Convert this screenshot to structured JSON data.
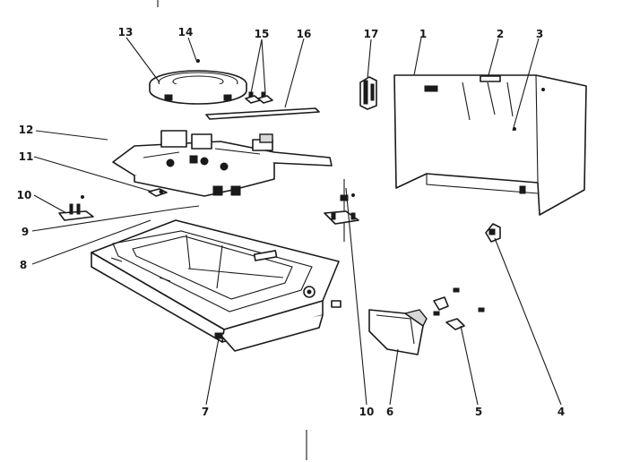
{
  "callouts": {
    "c1": "1",
    "c2": "2",
    "c3": "3",
    "c4": "4",
    "c5": "5",
    "c6": "6",
    "c7": "7",
    "c8": "8",
    "c9": "9",
    "c10a": "10",
    "c10b": "10",
    "c11": "11",
    "c12": "12",
    "c13": "13",
    "c14": "14",
    "c15": "15",
    "c16": "16",
    "c17": "17"
  }
}
